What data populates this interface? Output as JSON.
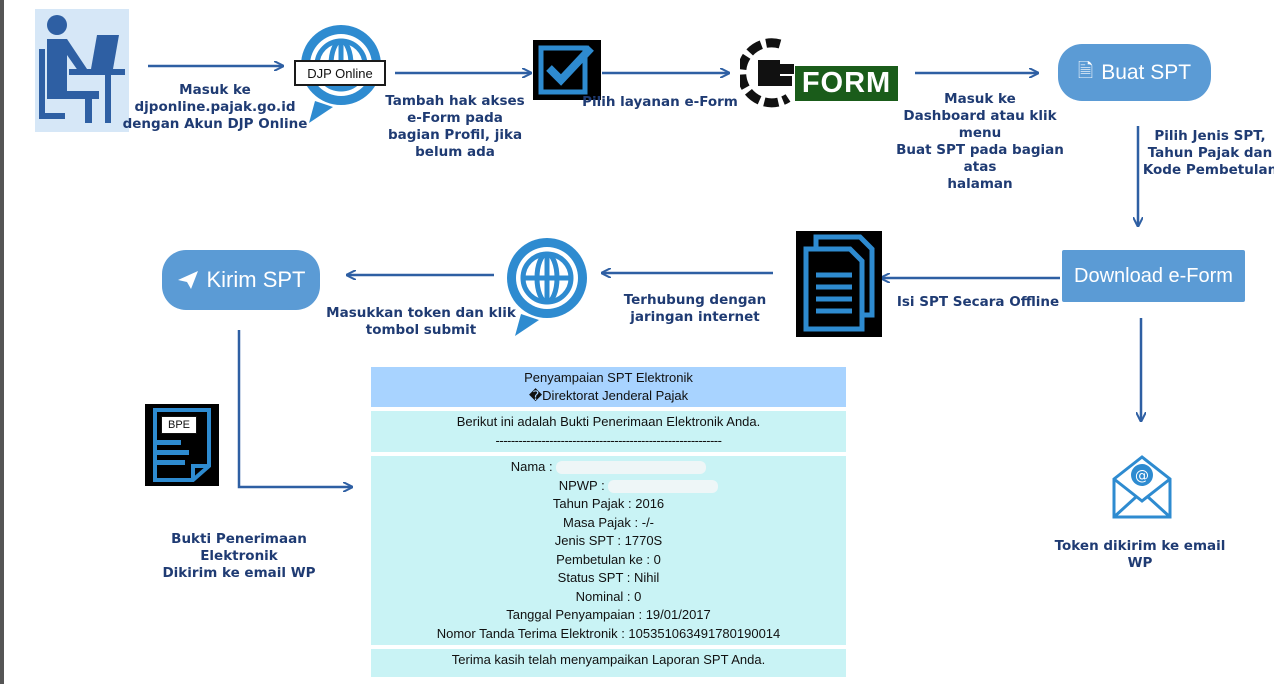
{
  "steps": {
    "login_caption": [
      "Masuk ke",
      "djponline.pajak.go.id",
      "dengan Akun DJP Online"
    ],
    "djp_badge": "DJP Online",
    "add_access_caption": [
      "Tambah hak akses",
      "e-Form pada",
      "bagian Profil, jika",
      "belum ada"
    ],
    "choose_service_caption": "Pilih layanan e-Form",
    "eform_logo_text": "FORM",
    "dashboard_caption": [
      "Masuk ke",
      "Dashboard atau klik menu",
      "Buat SPT pada bagian atas",
      "halaman"
    ],
    "buat_spt_label": "Buat SPT",
    "choose_spt_caption": [
      "Pilih Jenis SPT,",
      "Tahun Pajak dan",
      "Kode Pembetulan"
    ],
    "download_label": "Download e-Form",
    "offline_caption": "Isi SPT Secara Offline",
    "connected_caption": [
      "Terhubung dengan",
      "jaringan internet"
    ],
    "token_submit_caption": [
      "Masukkan token dan klik",
      "tombol submit"
    ],
    "kirim_spt_label": "Kirim SPT",
    "bpe_badge": "BPE",
    "bpe_caption": [
      "Bukti Penerimaan Elektronik",
      "Dikirim ke email WP"
    ],
    "token_email_caption": "Token dikirim ke email WP"
  },
  "receipt": {
    "title": "Penyampaian SPT Elektronik",
    "subtitle": "�Direktorat Jenderal Pajak",
    "intro": "Berikut ini adalah Bukti Penerimaan Elektronik Anda.",
    "dashes": "-----------------------------------------------------------",
    "nama_label": "Nama :",
    "npwp_label": "NPWP :",
    "fields": [
      "Tahun Pajak : 2016",
      "Masa Pajak : -/-",
      "Jenis SPT : 1770S",
      "Pembetulan ke : 0",
      "Status SPT : Nihil",
      "Nominal : 0",
      "Tanggal Penyampaian : 19/01/2017",
      "Nomor Tanda Terima Elektronik : 105351063491780190014"
    ],
    "footer": "Terima kasih telah menyampaikan Laporan SPT Anda."
  },
  "colors": {
    "accent": "#5b9bd5",
    "arrow": "#2e5fa3",
    "caption": "#1f3b73",
    "receipt_header": "#a8d3ff",
    "receipt_body": "#c9f3f5"
  }
}
